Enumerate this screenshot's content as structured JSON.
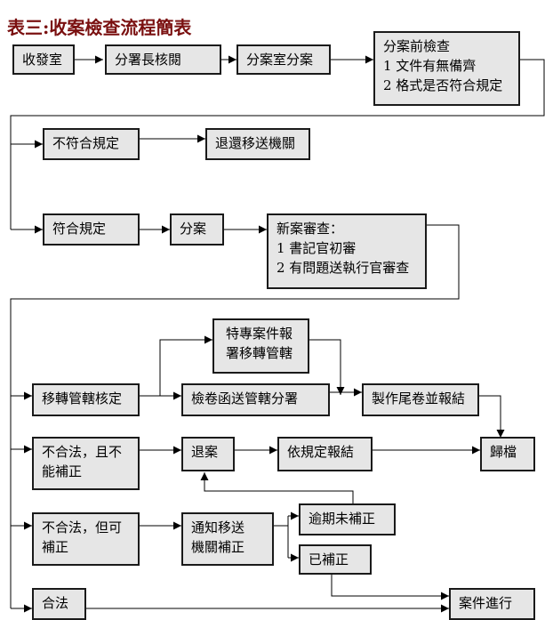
{
  "title": "表三:收案檢查流程簡表",
  "nodes": {
    "receive": "收發室",
    "review": "分署長核閱",
    "distribute": "分案室分案",
    "pre_check": {
      "heading": "分案前檢查",
      "items": [
        "1 文件有無備齊",
        "2 格式是否符合規定"
      ]
    },
    "non_compliant": "不符合規定",
    "return_agency": "退還移送機關",
    "compliant": "符合規定",
    "assign": "分案",
    "new_case_review": {
      "heading": "新案審查：",
      "items": [
        "1 書記官初審",
        "2 有問題送執行官審查"
      ]
    },
    "transfer_check": "移轉管轄核定",
    "special_case": [
      "特專案件報",
      "署移轉管轄"
    ],
    "send_file": "檢卷函送管轄分署",
    "closing_report": "製作尾卷並報結",
    "illegal_no_fix": [
      "不合法，且不",
      "能補正"
    ],
    "reject": "退案",
    "close_by_rule": "依規定報結",
    "archive": "歸檔",
    "illegal_fixable": [
      "不合法，但可",
      "補正"
    ],
    "notify_agency": [
      "通知移送",
      "機關補正"
    ],
    "overdue": "逾期未補正",
    "fixed": "已補正",
    "legal": "合法",
    "in_progress": "案件進行"
  }
}
